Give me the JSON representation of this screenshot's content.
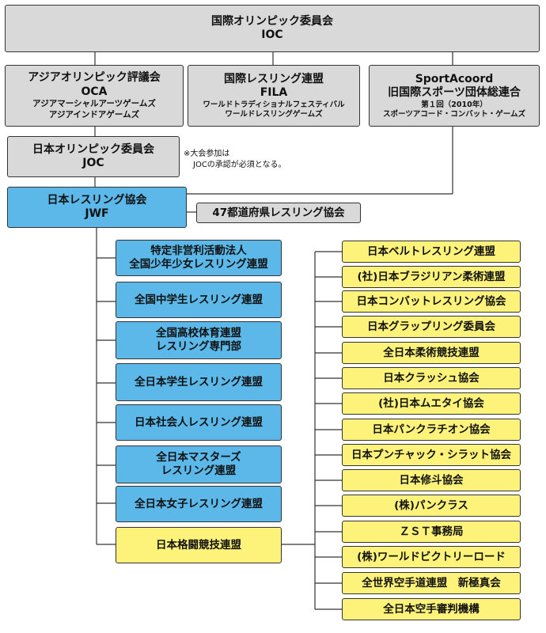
{
  "ioc": {
    "line1": "国際オリンピック委員会",
    "line2": "IOC"
  },
  "oca": {
    "line1": "アジアオリンピック評議会",
    "line2": "OCA",
    "sub1": "アジアマーシャルアーツゲームズ",
    "sub2": "アジアインドアゲームズ"
  },
  "fila": {
    "line1": "国際レスリング連盟",
    "line2": "FILA",
    "sub1": "ワールドトラディショナルフェスティバル",
    "sub2": "ワールドレスリングゲームズ"
  },
  "sportaccord": {
    "line1": "SportAcoord",
    "line2": "旧国際スポーツ団体総連合",
    "sub1": "第１回（2010年）",
    "sub2": "スポーツアコード・コンバット・ゲームズ"
  },
  "joc": {
    "line1": "日本オリンピック委員会",
    "line2": "JOC"
  },
  "joc_note": {
    "line1": "※大会参加は",
    "line2": "JOCの承認が必須となる。"
  },
  "jwf": {
    "line1": "日本レスリング協会",
    "line2": "JWF"
  },
  "prefectures": "47都道府県レスリング協会",
  "blue_orgs": [
    {
      "line1": "特定非営利活動法人",
      "line2": "全国少年少女レスリング連盟"
    },
    {
      "line1": "全国中学生レスリング連盟",
      "line2": ""
    },
    {
      "line1": "全国高校体育連盟",
      "line2": "レスリング専門部"
    },
    {
      "line1": "全日本学生レスリング連盟",
      "line2": ""
    },
    {
      "line1": "日本社会人レスリング連盟",
      "line2": ""
    },
    {
      "line1": "全日本マスターズ",
      "line2": "レスリング連盟"
    },
    {
      "line1": "全日本女子レスリング連盟",
      "line2": ""
    }
  ],
  "kakuto": "日本格闘競技連盟",
  "yellow_orgs": [
    "日本ベルトレスリング連盟",
    "(社)日本ブラジリアン柔術連盟",
    "日本コンバットレスリング協会",
    "日本グラップリング委員会",
    "全日本柔術競技連盟",
    "日本クラッシュ協会",
    "(社)日本ムエタイ協会",
    "日本パンクラチオン協会",
    "日本プンチャック・シラット協会",
    "日本修斗協会",
    "(株)パンクラス",
    "ＺＳＴ事務局",
    "(株)ワールドビクトリーロード",
    "全世界空手道連盟　新極真会",
    "全日本空手審判機構"
  ]
}
